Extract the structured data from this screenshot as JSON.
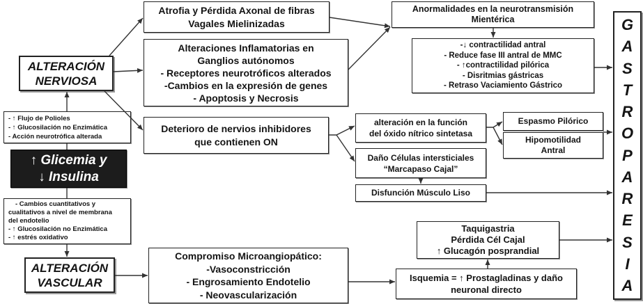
{
  "nodes": {
    "alteracion_nerviosa": [
      "ALTERACIÓN",
      "NERVIOSA"
    ],
    "mecanismos_nerviosos": [
      "- ↑ Flujo de Polioles",
      "- ↑ Glucosilación no Enzimática",
      "- Acción neurotrófica alterada"
    ],
    "glicemia_insulina": [
      "↑ Glicemia y",
      "↓ Insulina"
    ],
    "mecanismos_vasculares": [
      "- Cambios cuantitativos y",
      "cualitativos a nivel de membrana",
      "del endotelio",
      "- ↑ Glucosilación no Enzimática",
      "- ↑ estrés oxidativo"
    ],
    "alteracion_vascular": [
      "ALTERACIÓN",
      "VASCULAR"
    ],
    "atrofia_axonal": [
      "Atrofia y Pérdida Axonal de fibras",
      "Vagales Mielinizadas"
    ],
    "alteraciones_inflamatorias": [
      "Alteraciones Inflamatorias en",
      "Ganglios autónomos",
      "- Receptores neurotróficos alterados",
      "-Cambios en la expresión de genes",
      "- Apoptosis y Necrosis"
    ],
    "deterioro_nervios": [
      "Deterioro de nervios inhibidores",
      "que contienen ON"
    ],
    "neurotransmision": [
      "Anormalidades en la neurotransmisión",
      "Mientérica"
    ],
    "alteraciones_motoras": [
      "-↓ contractilidad antral",
      "- Reduce fase III antral de MMC",
      "- ↑contractilidad pilórica",
      "- Disritmias gástricas",
      "- Retraso Vaciamiento Gástrico"
    ],
    "oxido_nitrico": [
      "alteración en la función",
      "del óxido nítrico sintetasa"
    ],
    "celulas_cajal": [
      "Daño Células intersticiales",
      "“Marcapaso Cajal”"
    ],
    "musculo_liso": [
      "Disfunción Músculo Liso"
    ],
    "espasmo_pilorico": [
      "Espasmo Pilórico"
    ],
    "hipomotilidad": [
      "Hipomotilidad",
      "Antral"
    ],
    "gastroparesia": "GASTROPARESIA",
    "efectos_isquemia": [
      "Taquigastria",
      "Pérdida Cél Cajal",
      "↑ Glucagón posprandial"
    ],
    "microangiopatia": [
      "Compromiso Microangiopático:",
      "-Vasoconstricción",
      "- Engrosamiento Endotelio",
      "- Neovascularización"
    ],
    "isquemia": [
      "Isquemia = ↑ Prostagladinas y daño",
      "neuronal directo"
    ]
  },
  "colors": {
    "text": "#141414",
    "box_border": "#222222",
    "dark_box": "#1c1c1c",
    "dark_box_text": "#ffffff",
    "arrow": "#333333"
  }
}
